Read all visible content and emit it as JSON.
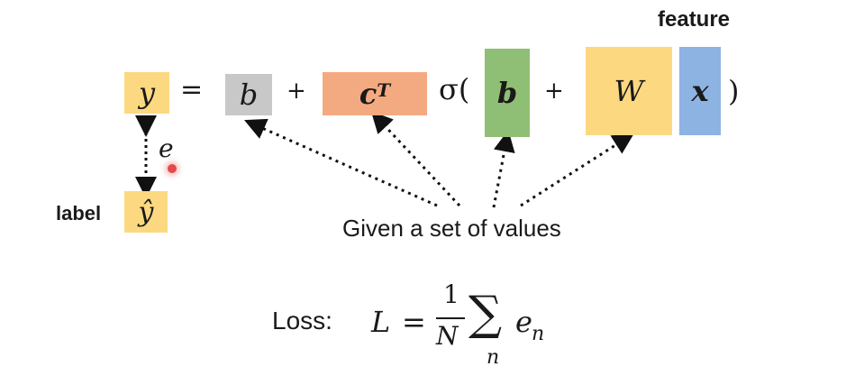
{
  "equation": {
    "y": "y",
    "equals": "=",
    "b": "b",
    "plus": "+",
    "c": "c",
    "c_sup": "T",
    "sigma_open": "σ(",
    "b_inner": "b",
    "W": "W",
    "x": "x",
    "close_paren": ")"
  },
  "labels": {
    "feature": "feature",
    "label": "label",
    "y_hat": "ŷ",
    "error": "e",
    "given": "Given a set of values"
  },
  "loss": {
    "title": "Loss:",
    "L": "L",
    "eq": "=",
    "num": "1",
    "den": "N",
    "sum": "∑",
    "sub_n": "n",
    "e": "e",
    "e_sub": "n"
  },
  "colors": {
    "y_box": "#fcd980",
    "b_box": "#c8c8c8",
    "c_box": "#f4aa80",
    "b_inner_box": "#8fbf74",
    "W_box": "#fcd980",
    "x_box": "#8db3e2",
    "cursor_dot": "#e24a4a"
  }
}
